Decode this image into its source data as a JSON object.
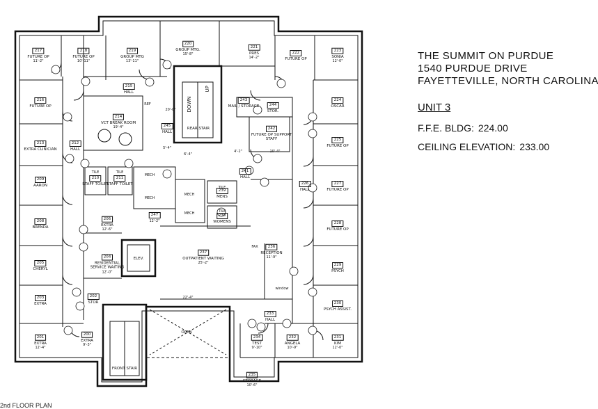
{
  "title": {
    "line1": "THE SUMMIT ON PURDUE",
    "line2": "1540 PURDUE DRIVE",
    "line3": "FAYETTEVILLE, NORTH CAROLINA"
  },
  "unit": "UNIT 3",
  "ffe": {
    "label": "F.F.E. BLDG:",
    "value": "224.00"
  },
  "ceiling": {
    "label": "CEILING ELEVATION:",
    "value": "233.00"
  },
  "footer": "2nd FLOOR PLAN",
  "rooms": [
    {
      "id": "r217",
      "label": "FUTURE OP",
      "num": "217",
      "dim": "11'-2\""
    },
    {
      "id": "r218",
      "label": "FUTURE OP",
      "num": "218",
      "dim": "10'-11\""
    },
    {
      "id": "r219",
      "label": "GROUP MTG",
      "num": "219",
      "dim": "13'-11\""
    },
    {
      "id": "r220",
      "label": "GROUP MTG.",
      "num": "220",
      "dim": "15'-8\""
    },
    {
      "id": "r221",
      "label": "PRES",
      "num": "221",
      "dim": "14'-2\""
    },
    {
      "id": "r222",
      "label": "FUTURE OP",
      "num": "222",
      "dim": ""
    },
    {
      "id": "r223",
      "label": "SONIA",
      "num": "223",
      "dim": "12'-0\""
    },
    {
      "id": "r216",
      "label": "FUTURE OP",
      "num": "216",
      "dim": ""
    },
    {
      "id": "r214",
      "label": "VCT BREAK ROOM",
      "num": "214",
      "dim": "19'-4\""
    },
    {
      "id": "r215",
      "label": "HALL",
      "num": "215",
      "dim": ""
    },
    {
      "id": "r245",
      "label": "HALL",
      "num": "245",
      "dim": ""
    },
    {
      "id": "r246",
      "label": "REAR STAIR",
      "num": "",
      "dim": ""
    },
    {
      "id": "r243",
      "label": "MAIL / STORAGE",
      "num": "243",
      "dim": ""
    },
    {
      "id": "r244",
      "label": "STOR.",
      "num": "244",
      "dim": ""
    },
    {
      "id": "r242",
      "label": "FUTURE OP SUPPORT STAFF",
      "num": "242",
      "dim": ""
    },
    {
      "id": "r224",
      "label": "OSCAR",
      "num": "224",
      "dim": ""
    },
    {
      "id": "r225",
      "label": "FUTURE OP",
      "num": "225",
      "dim": ""
    },
    {
      "id": "r213",
      "label": "EXTRA CLINICIAN",
      "num": "213",
      "dim": ""
    },
    {
      "id": "r212",
      "label": "HALL",
      "num": "212",
      "dim": ""
    },
    {
      "id": "r210",
      "label": "STAFF TOILET",
      "num": "210",
      "dim": ""
    },
    {
      "id": "r211",
      "label": "STAFF TOILET",
      "num": "211",
      "dim": ""
    },
    {
      "id": "r241",
      "label": "HALL",
      "num": "241",
      "dim": ""
    },
    {
      "id": "r209",
      "label": "AARON",
      "num": "209",
      "dim": ""
    },
    {
      "id": "r239",
      "label": "MENS",
      "num": "239",
      "dim": ""
    },
    {
      "id": "r238",
      "label": "WOMENS",
      "num": "238",
      "dim": ""
    },
    {
      "id": "r226",
      "label": "HALL",
      "num": "226",
      "dim": ""
    },
    {
      "id": "r227",
      "label": "FUTURE OP",
      "num": "227",
      "dim": ""
    },
    {
      "id": "r228",
      "label": "FUTURE OP",
      "num": "228",
      "dim": ""
    },
    {
      "id": "r208",
      "label": "BRENDA",
      "num": "208",
      "dim": ""
    },
    {
      "id": "r206",
      "label": "EXTRA",
      "num": "206",
      "dim": "12'-6\""
    },
    {
      "id": "r247",
      "label": "",
      "num": "247",
      "dim": "12'-2\""
    },
    {
      "id": "r205",
      "label": "CHERYL",
      "num": "205",
      "dim": ""
    },
    {
      "id": "r204",
      "label": "RESIDENTIAL SERVICE WAITING",
      "num": "204",
      "dim": "12'-0\""
    },
    {
      "id": "relev",
      "label": "ELEV.",
      "num": "",
      "dim": ""
    },
    {
      "id": "r237",
      "label": "OUTPATIENT WAITING",
      "num": "237",
      "dim": "25'-2\""
    },
    {
      "id": "r236",
      "label": "RECEPTION",
      "num": "236",
      "dim": "11'-9\""
    },
    {
      "id": "r229",
      "label": "PSYCH",
      "num": "229",
      "dim": ""
    },
    {
      "id": "r230",
      "label": "PSYCH ASSIST.",
      "num": "230",
      "dim": ""
    },
    {
      "id": "r203",
      "label": "EXTRA",
      "num": "203",
      "dim": ""
    },
    {
      "id": "r202",
      "label": "STOR",
      "num": "202",
      "dim": ""
    },
    {
      "id": "r233",
      "label": "HALL",
      "num": "233",
      "dim": ""
    },
    {
      "id": "r201",
      "label": "EXTRA",
      "num": "201",
      "dim": "12'-4\""
    },
    {
      "id": "r200",
      "label": "EXTRA",
      "num": "200",
      "dim": "9'-3\""
    },
    {
      "id": "ropen",
      "label": "OPEN",
      "num": "",
      "dim": ""
    },
    {
      "id": "r234",
      "label": "TEST",
      "num": "234",
      "dim": "9'-10\""
    },
    {
      "id": "r232",
      "label": "ANGELA",
      "num": "232",
      "dim": "10'-9\""
    },
    {
      "id": "r231",
      "label": "KIM",
      "num": "231",
      "dim": "12'-0\""
    },
    {
      "id": "rfront",
      "label": "FRONT STAIR",
      "num": "",
      "dim": ""
    },
    {
      "id": "r235",
      "label": "STORAGE",
      "num": "235",
      "dim": "10'-6\""
    }
  ],
  "misc_labels": {
    "ref": "REF",
    "mech1": "MECH",
    "mech2": "MECH",
    "mech3": "MECH",
    "mech4": "MECH",
    "window": "window",
    "down": "DOWN",
    "up": "UP",
    "fax": "FAX",
    "tile1": "TILE",
    "tile2": "TILE",
    "tile3": "TILE",
    "tile4": "TILE",
    "dim_22_4": "22'-4\"",
    "dim_20_0": "20'-0\"",
    "dim_5_4": "5'-4\"",
    "dim_6_4": "6'-4\"",
    "dim_4_2": "4'-2\"",
    "dim_10_4": "10'-4\""
  }
}
